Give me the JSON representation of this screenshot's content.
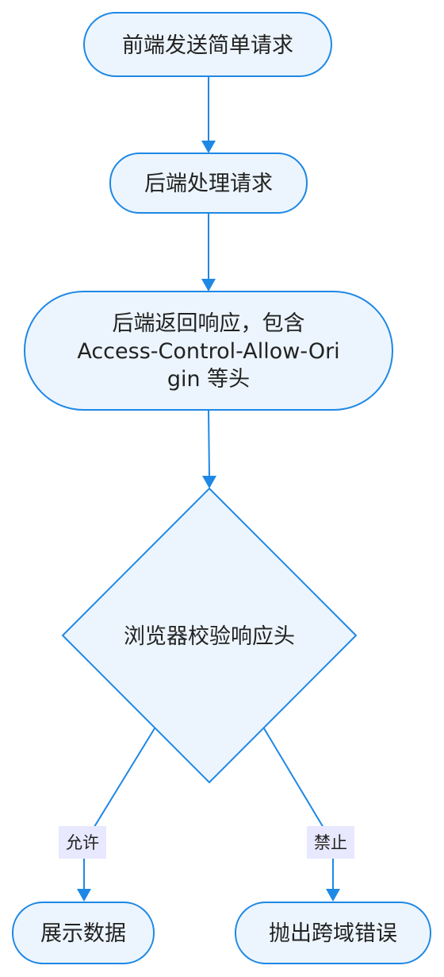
{
  "colors": {
    "node_fill": "#ECF5FD",
    "node_stroke": "#1E88E5",
    "edge": "#1E88E5",
    "label_bg": "#E8E8FF",
    "text": "#222222"
  },
  "nodes": {
    "start": {
      "label": "前端发送简单请求"
    },
    "process": {
      "label": "后端处理请求"
    },
    "response": {
      "line1": "后端返回响应，包含",
      "line2": "Access-Control-Allow-Ori",
      "line3": "gin 等头"
    },
    "check": {
      "label": "浏览器校验响应头"
    },
    "success": {
      "label": "展示数据"
    },
    "error": {
      "label": "抛出跨域错误"
    }
  },
  "edges": {
    "allow": {
      "label": "允许"
    },
    "deny": {
      "label": "禁止"
    }
  }
}
